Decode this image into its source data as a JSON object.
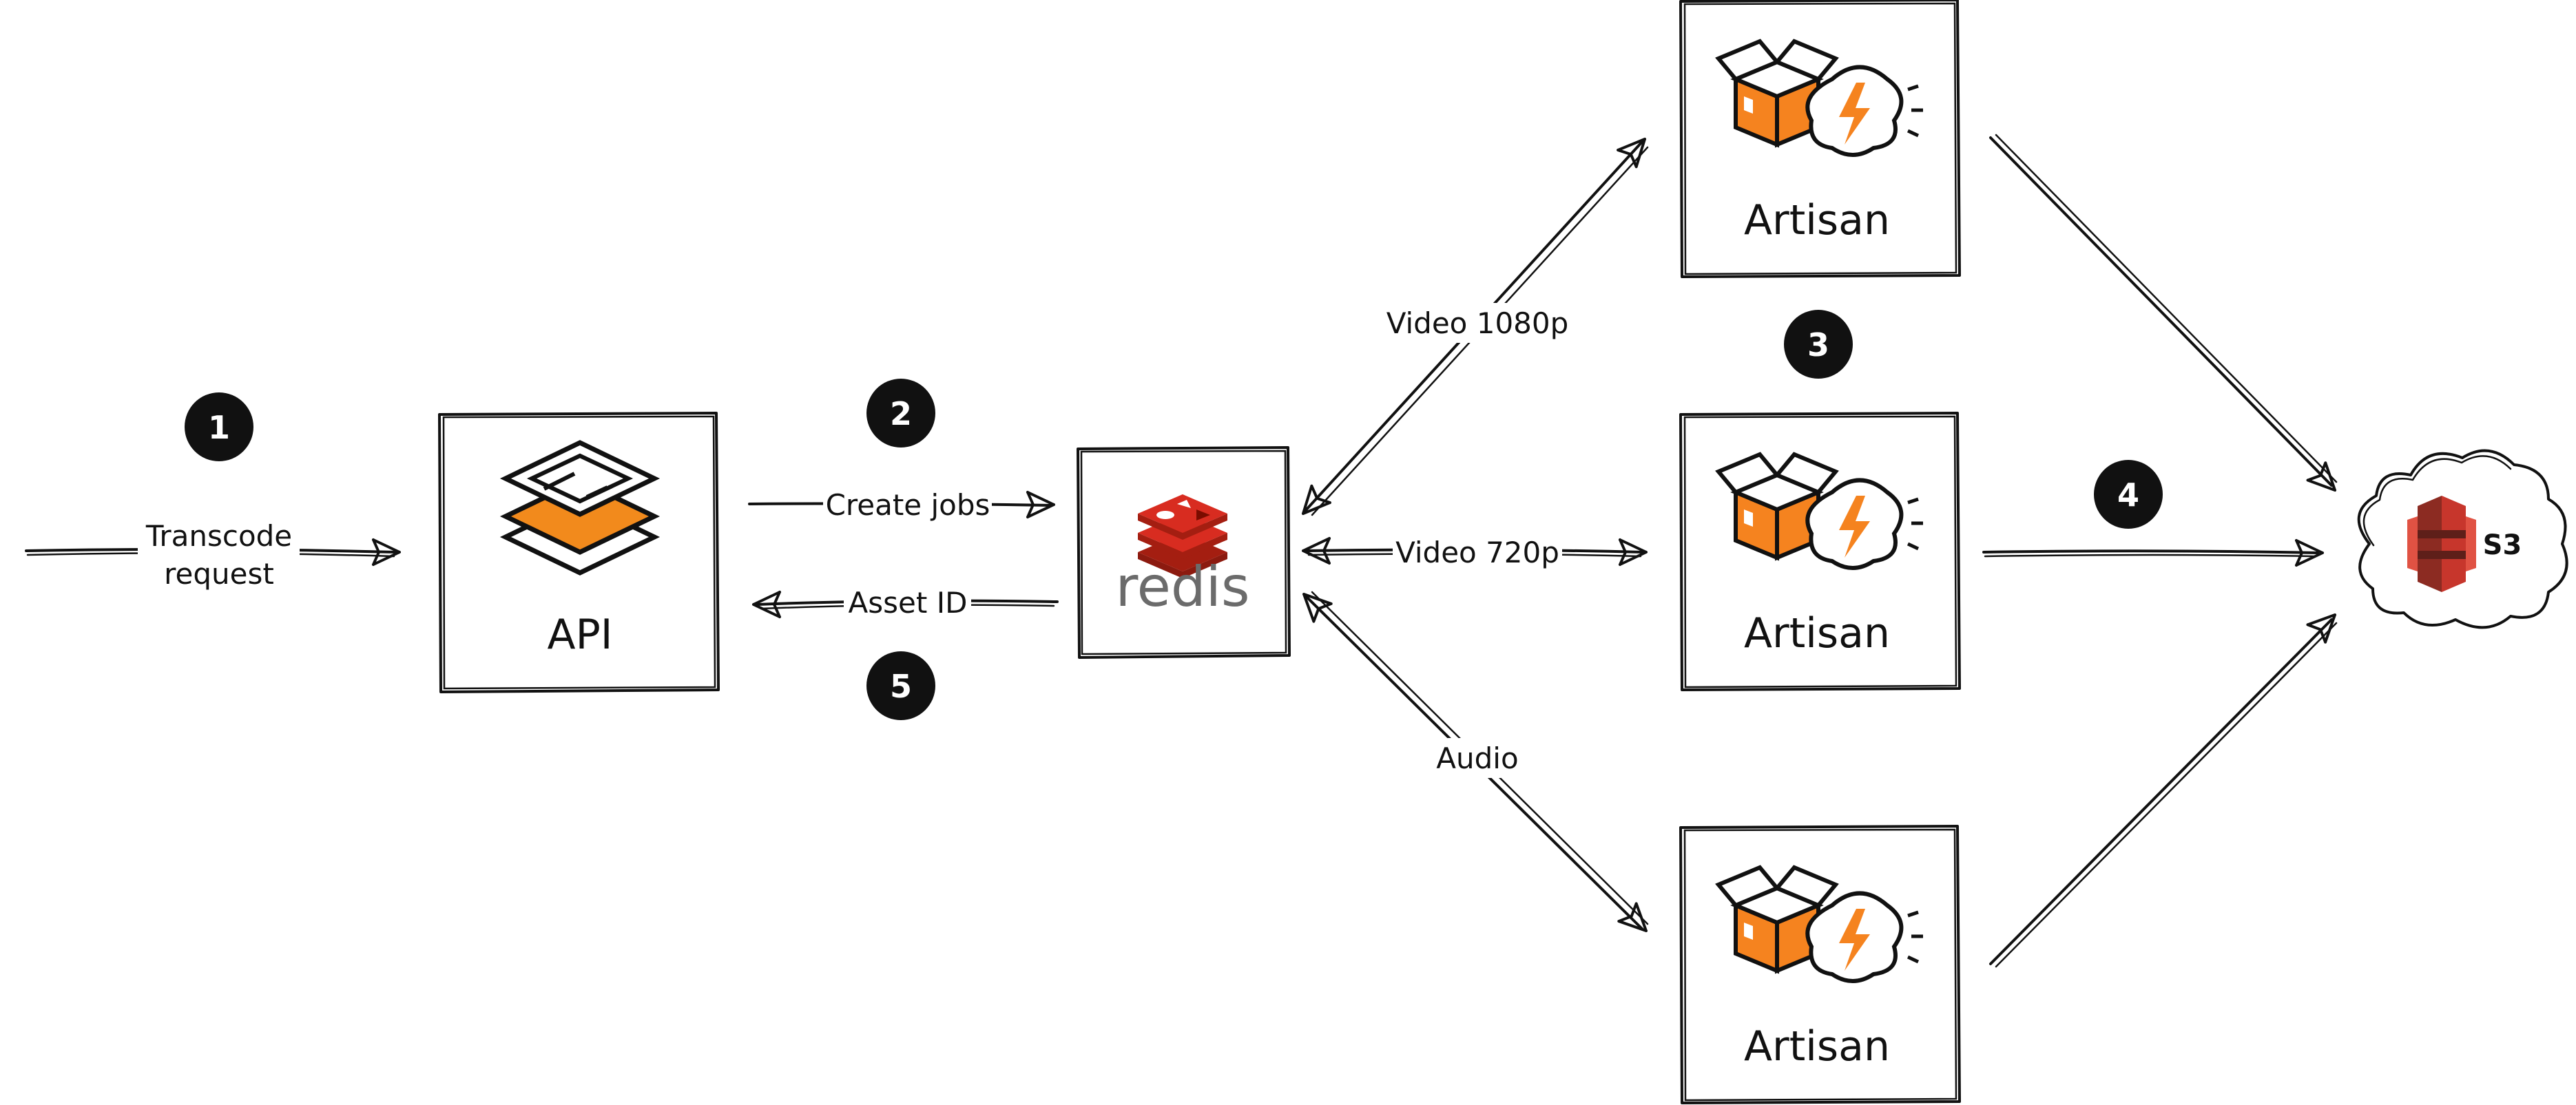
{
  "colors": {
    "ink": "#111111",
    "api_orange": "#f28a1c",
    "artisan_orange": "#f5831f",
    "redis_red": "#d82c20",
    "s3_red": "#c7362c",
    "redis_text": "#6b6b6b",
    "badge_fill": "#111111"
  },
  "api": {
    "label": "API",
    "icon": "stacked-layers-tablet-icon"
  },
  "redis": {
    "label": "redis",
    "icon": "redis-logo-icon"
  },
  "artisans": [
    {
      "label": "Artisan",
      "icon": "package-brain-lightning-icon"
    },
    {
      "label": "Artisan",
      "icon": "package-brain-lightning-icon"
    },
    {
      "label": "Artisan",
      "icon": "package-brain-lightning-icon"
    }
  ],
  "s3": {
    "label": "S3",
    "icon": "aws-s3-bucket-icon"
  },
  "edges": {
    "transcode_line1": "Transcode",
    "transcode_line2": "request",
    "create_jobs": "Create jobs",
    "asset_id": "Asset ID",
    "video_1080p": "Video 1080p",
    "video_720p": "Video 720p",
    "audio": "Audio"
  },
  "steps": [
    "1",
    "2",
    "3",
    "4",
    "5"
  ]
}
